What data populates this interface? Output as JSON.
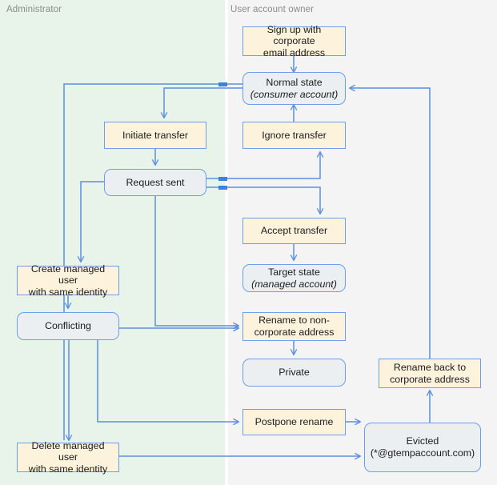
{
  "diagram": {
    "title": "Account transfer state diagram",
    "colors": {
      "admin_lane_bg": "#e8f4e9",
      "user_lane_bg": "#f4f4f4",
      "action_fill": "#fdf3dd",
      "state_fill": "#eceff1",
      "stroke": "#6d9eeb",
      "edge": "#5b8fe0",
      "lane_label": "#8b8b8b"
    },
    "lanes": [
      {
        "id": "administrator",
        "label": "Administrator"
      },
      {
        "id": "user-account-owner",
        "label": "User account owner"
      }
    ],
    "nodes": [
      {
        "id": "sign-up",
        "lane": "user-account-owner",
        "kind": "action",
        "label_line1": "Sign up with corporate",
        "label_line2": "email address"
      },
      {
        "id": "normal-state",
        "lane": "user-account-owner",
        "kind": "state",
        "label_line1": "Normal state",
        "label_line2": "(consumer account)",
        "italic2": true
      },
      {
        "id": "initiate-transfer",
        "lane": "administrator",
        "kind": "action",
        "label_line1": "Initiate transfer",
        "label_line2": ""
      },
      {
        "id": "ignore-transfer",
        "lane": "user-account-owner",
        "kind": "action",
        "label_line1": "Ignore transfer",
        "label_line2": ""
      },
      {
        "id": "request-sent",
        "lane": "administrator",
        "kind": "state",
        "label_line1": "Request sent",
        "label_line2": ""
      },
      {
        "id": "accept-transfer",
        "lane": "user-account-owner",
        "kind": "action",
        "label_line1": "Accept transfer",
        "label_line2": ""
      },
      {
        "id": "target-state",
        "lane": "user-account-owner",
        "kind": "state",
        "label_line1": "Target state",
        "label_line2": "(managed account)",
        "italic2": true
      },
      {
        "id": "create-managed-user",
        "lane": "administrator",
        "kind": "action",
        "label_line1": "Create managed user",
        "label_line2": "with same identity"
      },
      {
        "id": "conflicting",
        "lane": "administrator",
        "kind": "state",
        "label_line1": "Conflicting",
        "label_line2": ""
      },
      {
        "id": "rename-to-non-corporate",
        "lane": "user-account-owner",
        "kind": "action",
        "label_line1": "Rename to non-",
        "label_line2": "corporate address"
      },
      {
        "id": "private",
        "lane": "user-account-owner",
        "kind": "state",
        "label_line1": "Private",
        "label_line2": ""
      },
      {
        "id": "rename-back-to-corporate",
        "lane": "user-account-owner",
        "kind": "action",
        "label_line1": "Rename back to",
        "label_line2": "corporate address"
      },
      {
        "id": "postpone-rename",
        "lane": "user-account-owner",
        "kind": "action",
        "label_line1": "Postpone rename",
        "label_line2": ""
      },
      {
        "id": "delete-managed-user",
        "lane": "administrator",
        "kind": "action",
        "label_line1": "Delete managed user",
        "label_line2": "with same identity"
      },
      {
        "id": "evicted",
        "lane": "user-account-owner",
        "kind": "state",
        "label_line1": "Evicted",
        "label_line2": "(*@gtempaccount.com)"
      }
    ]
  }
}
